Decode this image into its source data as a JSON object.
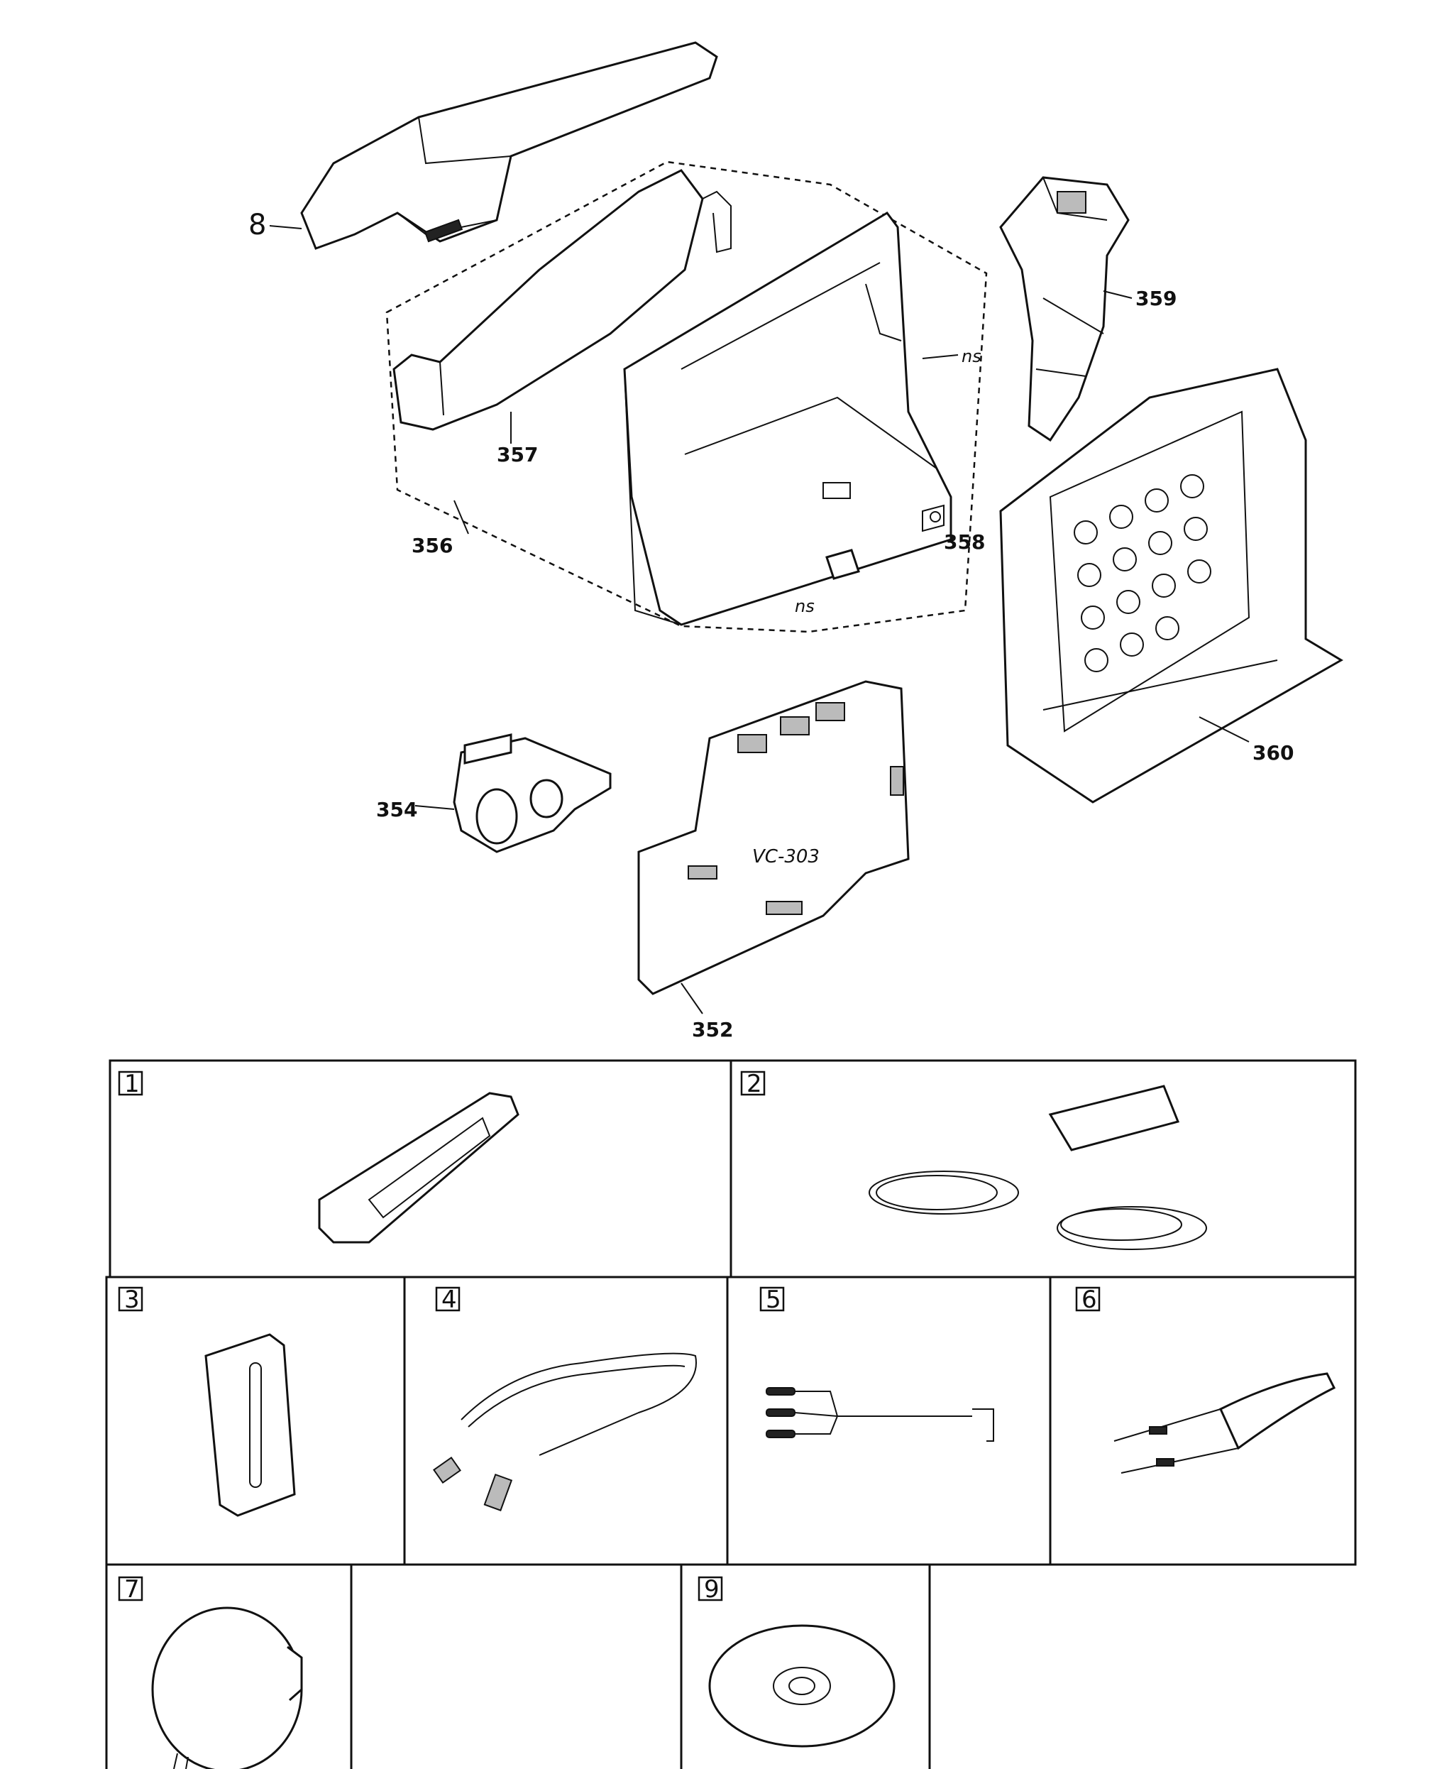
{
  "callouts": {
    "p8": "8",
    "p352": "352",
    "p354": "354",
    "p356": "356",
    "p357": "357",
    "p358": "358",
    "p359": "359",
    "p360": "360",
    "ns_a": "ns",
    "ns_b": "ns"
  },
  "board_label": "VC-303",
  "accessory_cells": [
    {
      "number": "1"
    },
    {
      "number": "2"
    },
    {
      "number": "3"
    },
    {
      "number": "4"
    },
    {
      "number": "5"
    },
    {
      "number": "6"
    },
    {
      "number": "7"
    },
    {
      "number": "9"
    }
  ]
}
